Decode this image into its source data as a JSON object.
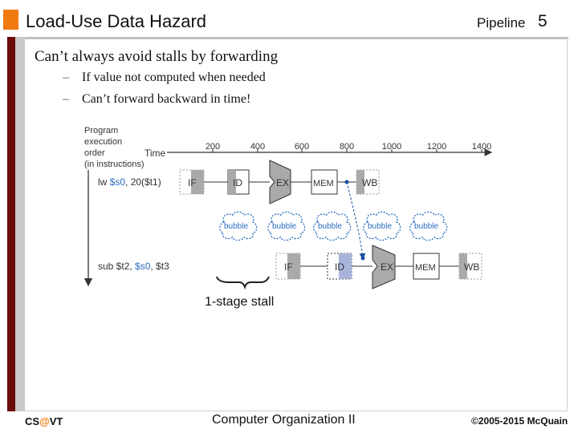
{
  "header": {
    "title": "Load-Use Data Hazard",
    "section": "Pipeline",
    "page_number": "5"
  },
  "content": {
    "main_bullet": "Can’t always avoid stalls by forwarding",
    "sub_bullets": [
      "If value not computed when needed",
      "Can’t forward backward in time!"
    ],
    "dash": "–"
  },
  "diagram": {
    "y_axis_label": [
      "Program",
      "execution",
      "order",
      "(in instructions)"
    ],
    "time_label": "Time",
    "time_ticks": [
      "200",
      "400",
      "600",
      "800",
      "1000",
      "1200",
      "1400"
    ],
    "instr1": {
      "prefix": "lw ",
      "reg": "$s0",
      "suffix": ", 20($t1)"
    },
    "instr2": {
      "prefix": "sub $t2, ",
      "reg": "$s0",
      "suffix": ", $t3"
    },
    "stages": {
      "if": "IF",
      "id": "ID",
      "ex": "EX",
      "mem": "MEM",
      "wb": "WB"
    },
    "bubble_label": "bubble",
    "stall_label": "1-stage stall",
    "colors": {
      "reg_blue": "#2a6cc0",
      "forward_blue": "#1a4fa0",
      "id_highlight": "#a9b4dc",
      "stage_gray": "#aaaaaa"
    }
  },
  "footer": {
    "left_prefix": "CS",
    "left_at": "@",
    "left_suffix": "VT",
    "center": "Computer Organization II",
    "right": "©2005-2015 McQuain"
  }
}
